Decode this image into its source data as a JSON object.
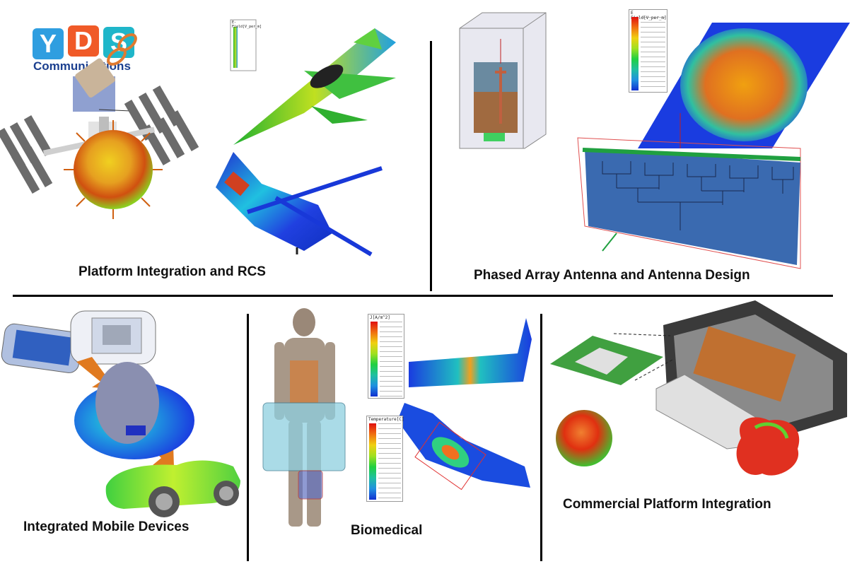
{
  "logo": {
    "letters": [
      "Y",
      "D",
      "S"
    ],
    "letter_colors": [
      "#2f9ee0",
      "#f05a28",
      "#1fb6c9"
    ],
    "subtitle": "Communications"
  },
  "sections": {
    "platform_rcs": "Platform Integration and RCS",
    "phased_array": "Phased Array Antenna and Antenna Design",
    "mobile": "Integrated Mobile Devices",
    "biomedical": "Biomedical",
    "commercial": "Commercial Platform Integration"
  },
  "legends": {
    "rcs": "E-Field[V_per_m]",
    "efield": "E Field[V_per_m]",
    "current": "J[A/m^2]",
    "temperature": "Temperature[C]"
  },
  "colors": {
    "divider": "#000000",
    "logo_text": "#1b3f8f"
  }
}
